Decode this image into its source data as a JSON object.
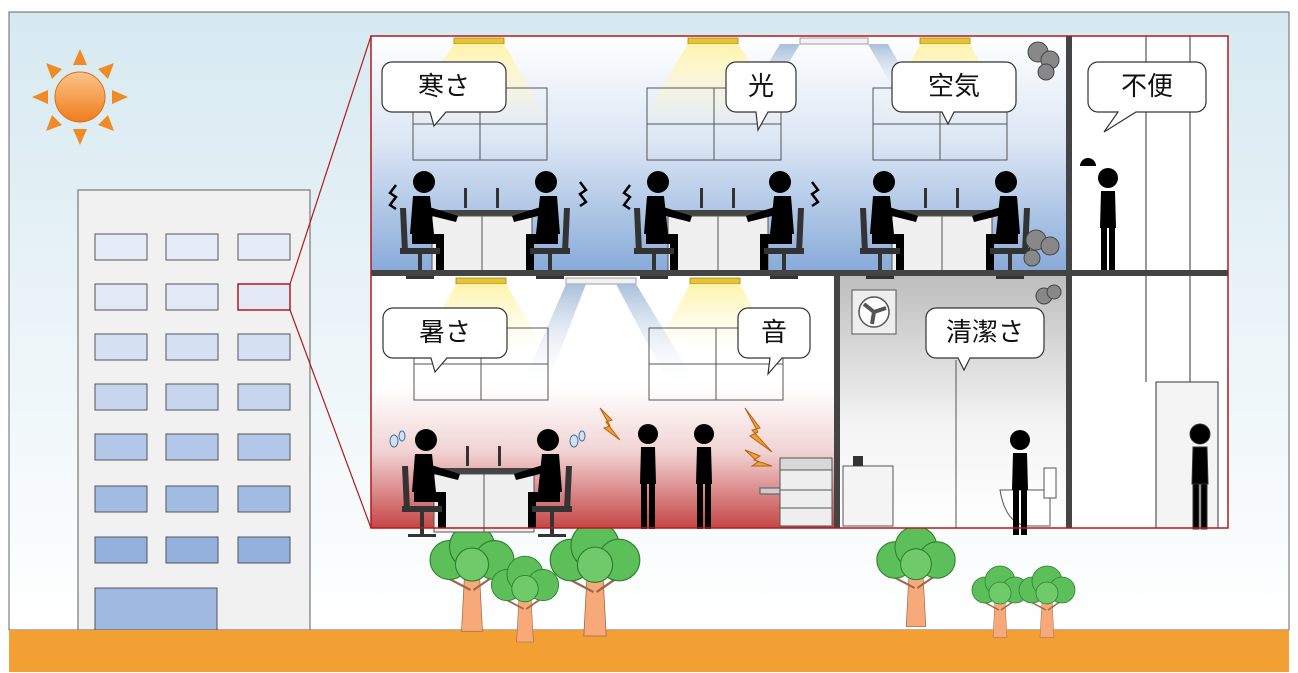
{
  "bubbles": {
    "cold": "寒さ",
    "light": "光",
    "air": "空気",
    "inconvenience": "不便",
    "heat": "暑さ",
    "sound": "音",
    "cleanliness": "清潔さ"
  },
  "colors": {
    "sky_top": "#dcecf3",
    "ground": "#f2a033",
    "zoom_frame": "#b21a1a",
    "cold_tint": "#8fb0da",
    "heat_tint": "#c23b3b",
    "building_wall": "#f1f1f1",
    "tree_foliage": "#5cbf5a",
    "tree_trunk": "#f7a97a",
    "sun": "#f08a24"
  }
}
